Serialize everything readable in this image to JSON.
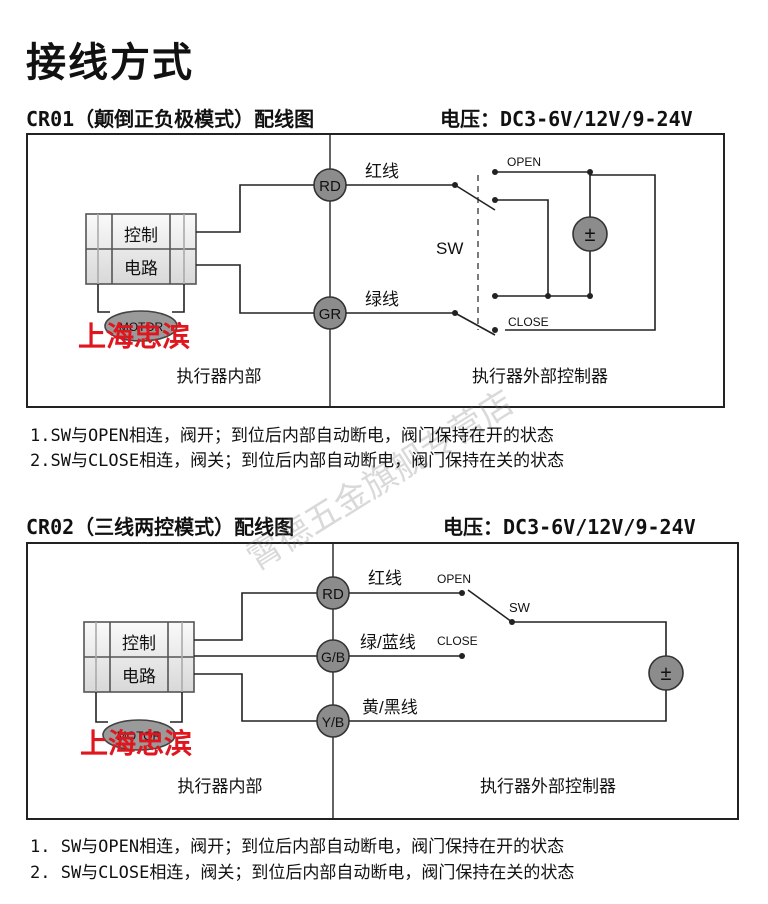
{
  "page_title": "接线方式",
  "watermark": "霄德五金旗舰专营店",
  "stamp_text": "上海忠滨",
  "section1": {
    "title": "CR01（颠倒正负极模式）配线图",
    "voltage": "电压：DC3-6V/12V/9-24V",
    "labels": {
      "rd": "RD",
      "gr": "GR",
      "red_wire": "红线",
      "green_wire": "绿线",
      "open": "OPEN",
      "close": "CLOSE",
      "sw": "SW",
      "ctrl1": "控制",
      "ctrl2": "电路",
      "motor": "MOTOR",
      "inside": "执行器内部",
      "outside": "执行器外部控制器",
      "plus_minus": "±"
    },
    "notes": [
      "1.SW与OPEN相连，阀开；到位后内部自动断电，阀门保持在开的状态",
      "2.SW与CLOSE相连，阀关；到位后内部自动断电，阀门保持在关的状态"
    ]
  },
  "section2": {
    "title": "CR02（三线两控模式）配线图",
    "voltage": "电压：DC3-6V/12V/9-24V",
    "labels": {
      "rd": "RD",
      "gb": "G/B",
      "yb": "Y/B",
      "red_wire": "红线",
      "gb_wire": "绿/蓝线",
      "yb_wire": "黄/黑线",
      "open": "OPEN",
      "close": "CLOSE",
      "sw": "SW",
      "ctrl1": "控制",
      "ctrl2": "电路",
      "motor": "MOTOR",
      "inside": "执行器内部",
      "outside": "执行器外部控制器",
      "plus_minus": "±"
    },
    "notes": [
      "1. SW与OPEN相连，阀开；到位后内部自动断电，阀门保持在开的状态",
      "2. SW与CLOSE相连，阀关；到位后内部自动断电，阀门保持在关的状态"
    ]
  }
}
